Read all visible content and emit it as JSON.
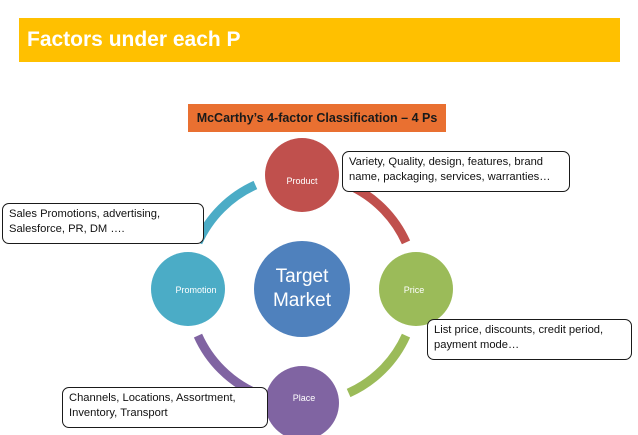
{
  "header": {
    "title": "Factors under each P"
  },
  "subtitle": "McCarthy’s 4-factor Classification – 4 Ps",
  "center": {
    "line1": "Target",
    "line2": "Market"
  },
  "nodes": {
    "product": "Product",
    "price": "Price",
    "place": "Place",
    "promotion": "Promotion"
  },
  "callouts": {
    "product": {
      "line1": "Variety, Quality, design, features, brand",
      "line2": "name, packaging, services, warranties…"
    },
    "promotion": {
      "line1": "Sales Promotions, advertising,",
      "line2": "Salesforce, PR, DM …."
    },
    "price": {
      "line1": "List price, discounts, credit period,",
      "line2": "payment mode…"
    },
    "place": {
      "line1": "Channels, Locations, Assortment,",
      "line2": "Inventory, Transport"
    }
  },
  "colors": {
    "header_bg": "#FFC000",
    "subtitle_bg": "#E97031",
    "center": "#4F81BD",
    "product": "#C0504D",
    "price": "#9BBB59",
    "place": "#8064A2",
    "promotion": "#4BACC6"
  }
}
